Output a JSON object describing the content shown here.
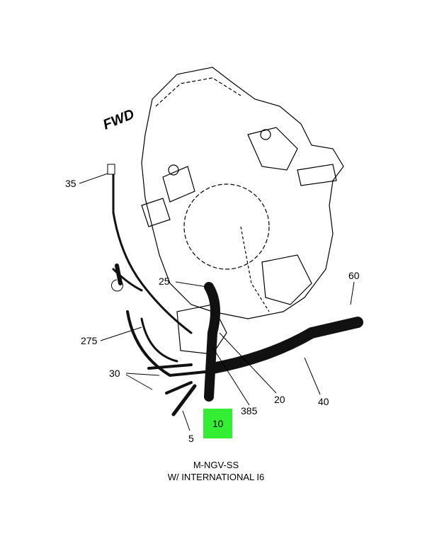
{
  "diagram": {
    "direction_label": "FWD",
    "callouts": [
      {
        "id": "35",
        "label": "35"
      },
      {
        "id": "25",
        "label": "25"
      },
      {
        "id": "60",
        "label": "60"
      },
      {
        "id": "275",
        "label": "275"
      },
      {
        "id": "30",
        "label": "30"
      },
      {
        "id": "20",
        "label": "20"
      },
      {
        "id": "385",
        "label": "385"
      },
      {
        "id": "40",
        "label": "40"
      },
      {
        "id": "5",
        "label": "5"
      },
      {
        "id": "10",
        "label": "10"
      }
    ],
    "highlight_color": "#33ee33",
    "caption_line1": "M-NGV-SS",
    "caption_line2": "W/ INTERNATIONAL I6"
  }
}
